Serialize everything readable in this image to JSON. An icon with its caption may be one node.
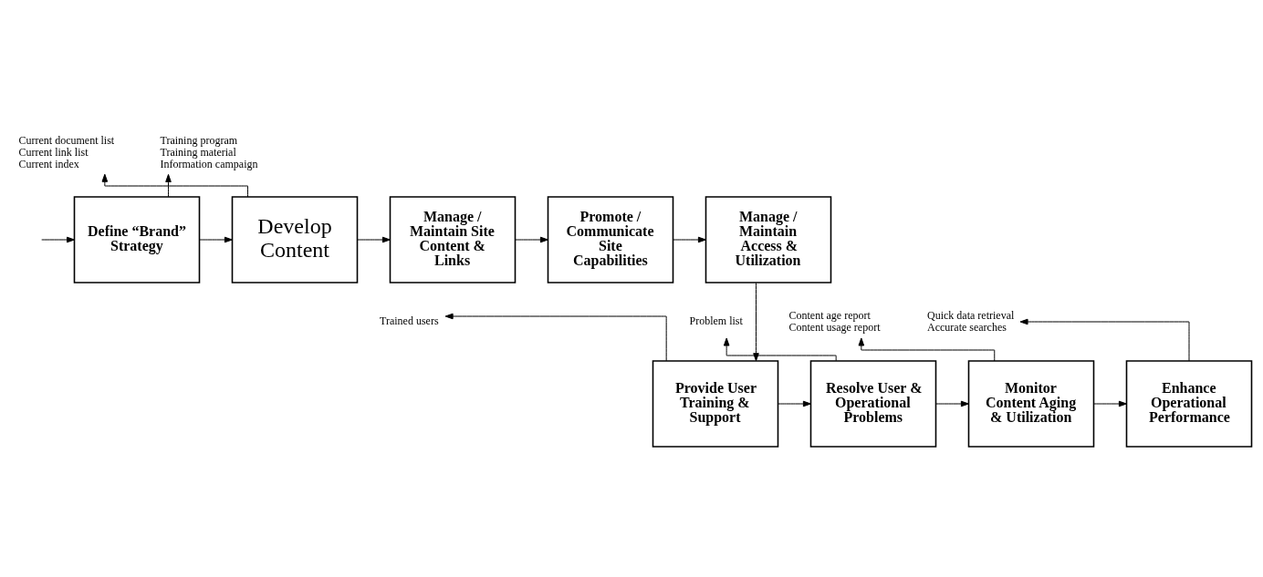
{
  "diagram": {
    "nodes": [
      {
        "text": [
          "Define “Brand” Strategy"
        ]
      },
      {
        "text": [
          "Develop Content"
        ]
      },
      {
        "text": [
          "Manage / Maintain Site Content & Links"
        ]
      },
      {
        "text": [
          "Promote / Communicate Site Capabilities"
        ]
      },
      {
        "text": [
          "Manage / Maintain Access & Utilization"
        ]
      },
      {
        "text": [
          "Provide User Training & Support"
        ]
      },
      {
        "text": [
          "Resolve User & Operational Problems"
        ]
      },
      {
        "text": [
          "Monitor Content Aging & Utilization"
        ]
      },
      {
        "text": [
          "Enhance Operational Performance"
        ]
      },
      {
        "text": [
          "Training program",
          "Training material",
          "Information campaign"
        ]
      },
      {
        "text": [
          "Current document list",
          "Current link list",
          "Current index"
        ]
      },
      {
        "text": [
          "Trained users"
        ]
      },
      {
        "text": [
          "Problem list"
        ]
      },
      {
        "text": [
          "Content age report",
          "Content usage report"
        ]
      },
      {
        "text": [
          "Quick data retrieval",
          "Accurate searches"
        ]
      }
    ],
    "edges": [
      {
        "from": null,
        "to": 0,
        "arrow": "to"
      },
      {
        "from": 0,
        "to": 1,
        "arrow": "to"
      },
      {
        "from": 0,
        "to": 9,
        "arrow": "to"
      },
      {
        "from": 1,
        "to": 2,
        "arrow": "to"
      },
      {
        "from": 1,
        "to": 10,
        "arrow": "to"
      },
      {
        "from": 2,
        "to": 3,
        "arrow": "to"
      },
      {
        "from": 3,
        "to": 4,
        "arrow": "to"
      },
      {
        "from": 4,
        "to": 5,
        "arrow": "to"
      },
      {
        "from": 5,
        "to": 6,
        "arrow": "to"
      },
      {
        "from": 5,
        "to": 11,
        "arrow": "to"
      },
      {
        "from": 6,
        "to": 7,
        "arrow": "to"
      },
      {
        "from": 6,
        "to": 12,
        "arrow": "to"
      },
      {
        "from": 7,
        "to": 8,
        "arrow": "to"
      },
      {
        "from": 7,
        "to": 13,
        "arrow": "to"
      },
      {
        "from": 8,
        "to": 14,
        "arrow": "to"
      }
    ]
  }
}
